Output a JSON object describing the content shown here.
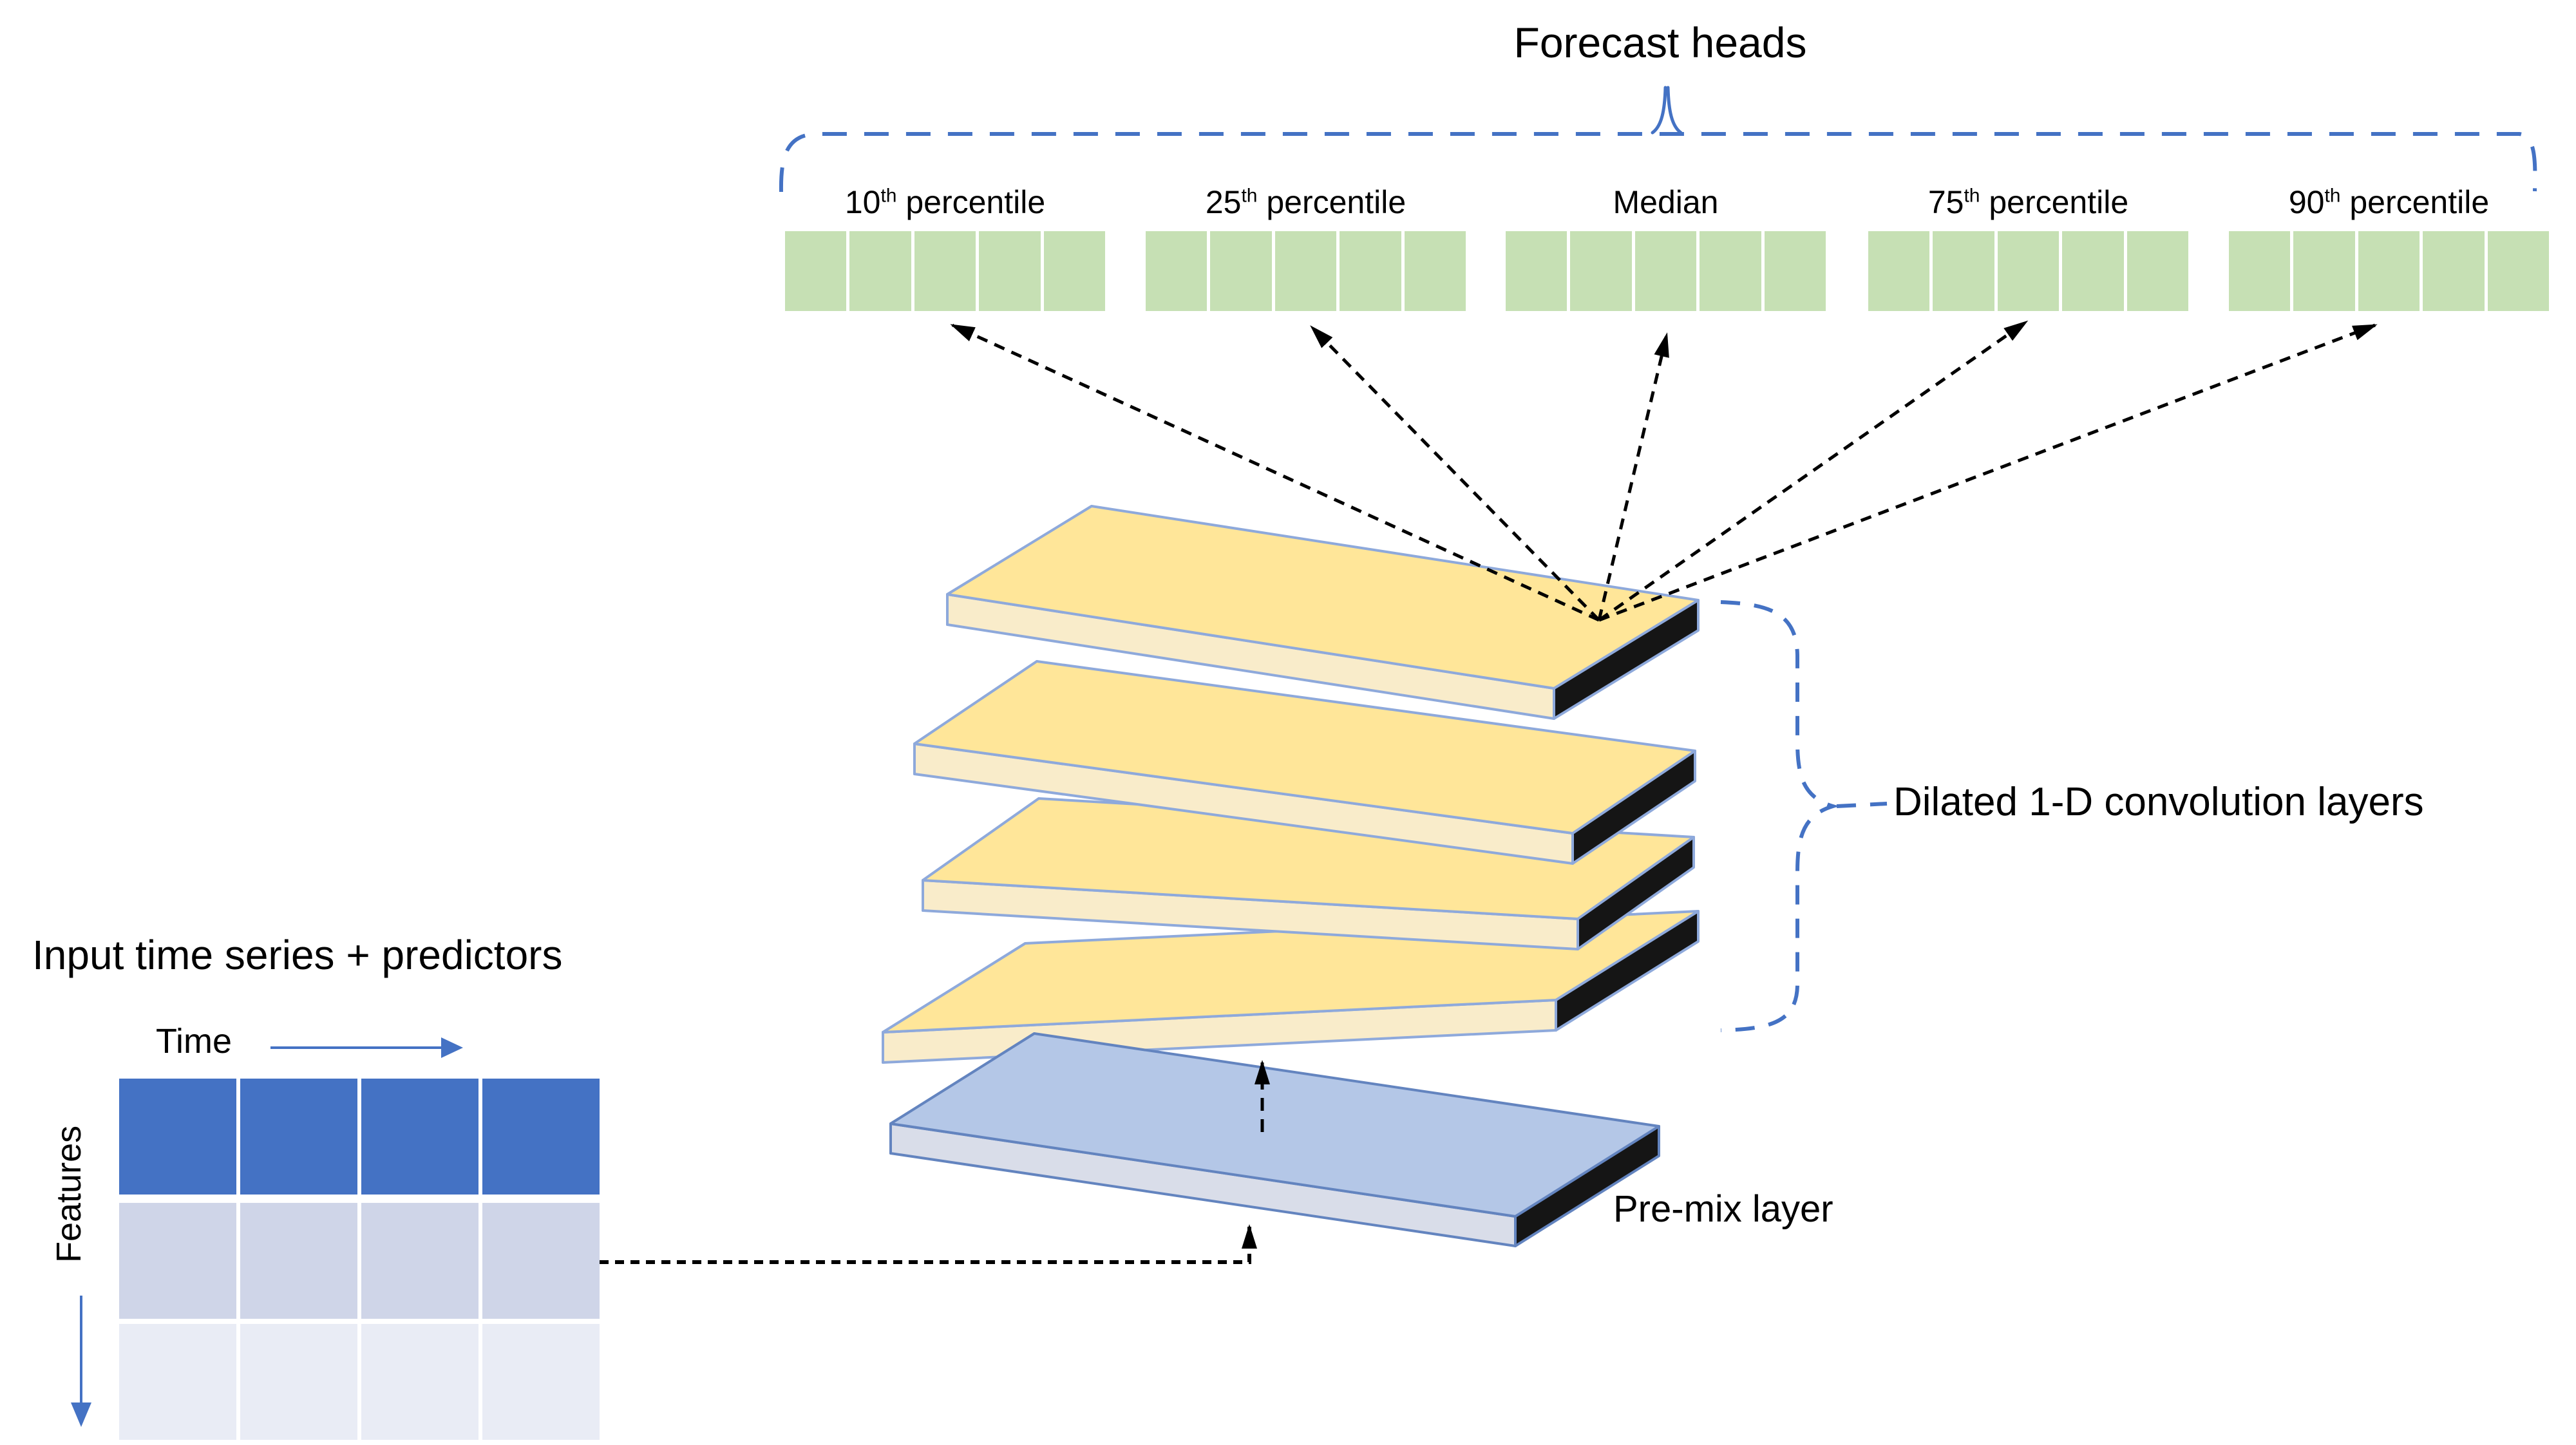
{
  "forecast": {
    "title": "Forecast heads",
    "heads": [
      {
        "num": "10",
        "sup": "th",
        "rest": " percentile",
        "cells": 5
      },
      {
        "num": "25",
        "sup": "th",
        "rest": " percentile",
        "cells": 5
      },
      {
        "num": "",
        "sup": "",
        "rest": "Median",
        "cells": 5
      },
      {
        "num": "75",
        "sup": "th",
        "rest": " percentile",
        "cells": 5
      },
      {
        "num": "90",
        "sup": "th",
        "rest": " percentile",
        "cells": 5
      }
    ]
  },
  "labels": {
    "conv": "Dilated 1-D convolution layers",
    "premix": "Pre-mix layer",
    "input_title": "Input time series + predictors",
    "time": "Time",
    "features": "Features"
  },
  "conv_stack": {
    "layer_count": 4
  },
  "input_grid": {
    "rows": 3,
    "cols": 4,
    "row_colors": [
      "#4472c4",
      "#cfd5e8",
      "#e9ecf5"
    ]
  },
  "colors": {
    "accent_blue": "#4472c4",
    "green": "#c6e0b4",
    "slab_top": "#ffe699",
    "slab_front": "#f9ecca",
    "slab_edge": "#8ea9db",
    "slab_end": "#151515",
    "premix_top": "#b4c7e7",
    "premix_front": "#d9dde9",
    "premix_edge": "#6384bf",
    "grid_row1": "#4472c4",
    "grid_row2": "#cfd5e8",
    "grid_row3": "#e9ecf5"
  }
}
